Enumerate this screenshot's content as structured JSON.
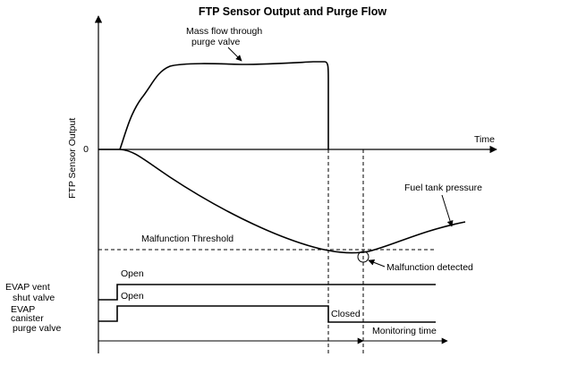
{
  "title": "FTP Sensor Output and Purge Flow",
  "y_axis_label": "FTP Sensor Output",
  "zero_label": "0",
  "time_label": "Time",
  "mass_flow_label": [
    "Mass flow through",
    "purge valve"
  ],
  "fuel_tank_label": "Fuel tank pressure",
  "threshold_label": "Malfunction Threshold",
  "malfunction_label": "Malfunction detected",
  "vent_valve_label": [
    "EVAP vent",
    "shut valve"
  ],
  "purge_valve_label": [
    "EVAP",
    "canister",
    "purge valve"
  ],
  "vent_open_label": "Open",
  "purge_open_label": "Open",
  "purge_closed_label": "Closed",
  "monitoring_label": "Monitoring time"
}
